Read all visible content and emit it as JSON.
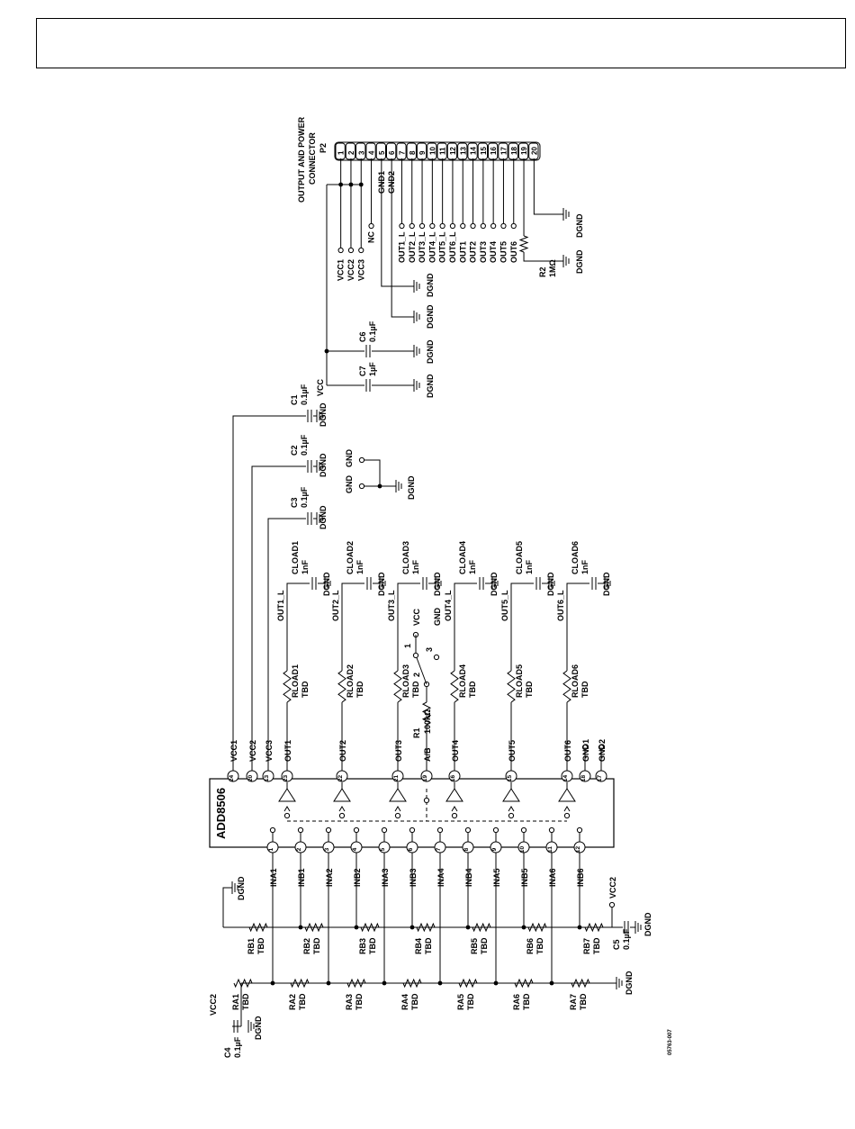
{
  "header": {
    "title": ""
  },
  "chip": {
    "name": "ADD8506"
  },
  "chip_top_pins": [
    {
      "num": "24",
      "label": "VCC1"
    },
    {
      "num": "20",
      "label": "VCC2"
    },
    {
      "num": "13",
      "label": "VCC3"
    },
    {
      "num": "23",
      "label": "OUT1"
    },
    {
      "num": "22",
      "label": "OUT2"
    },
    {
      "num": "21",
      "label": "OUT3"
    },
    {
      "num": "19",
      "label": "A/B"
    },
    {
      "num": "16",
      "label": "OUT4"
    },
    {
      "num": "15",
      "label": "OUT5"
    },
    {
      "num": "14",
      "label": "OUT6"
    },
    {
      "num": "18",
      "label": "GND1"
    },
    {
      "num": "17",
      "label": "GND2"
    }
  ],
  "chip_bottom_pins": [
    {
      "num": "1",
      "label": "INA1"
    },
    {
      "num": "2",
      "label": "INB1"
    },
    {
      "num": "3",
      "label": "INA2"
    },
    {
      "num": "4",
      "label": "INB2"
    },
    {
      "num": "5",
      "label": "INA3"
    },
    {
      "num": "6",
      "label": "INB3"
    },
    {
      "num": "7",
      "label": "INA4"
    },
    {
      "num": "8",
      "label": "INB4"
    },
    {
      "num": "9",
      "label": "INA5"
    },
    {
      "num": "10",
      "label": "INB5"
    },
    {
      "num": "11",
      "label": "INA6"
    },
    {
      "num": "12",
      "label": "INB6"
    }
  ],
  "rload": [
    {
      "name": "RLOAD1",
      "value": "TBD",
      "out_l": "OUT1_L",
      "cap": "CLOAD1",
      "cap_value": "1nF"
    },
    {
      "name": "RLOAD2",
      "value": "TBD",
      "out_l": "OUT2_L",
      "cap": "CLOAD2",
      "cap_value": "1nF"
    },
    {
      "name": "RLOAD3",
      "value": "TBD",
      "out_l": "OUT3_L",
      "cap": "CLOAD3",
      "cap_value": "1nF"
    },
    {
      "name": "RLOAD4",
      "value": "TBD",
      "out_l": "OUT4_L",
      "cap": "CLOAD4",
      "cap_value": "1nF"
    },
    {
      "name": "RLOAD5",
      "value": "TBD",
      "out_l": "OUT5_L",
      "cap": "CLOAD5",
      "cap_value": "1nF"
    },
    {
      "name": "RLOAD6",
      "value": "TBD",
      "out_l": "OUT6_L",
      "cap": "CLOAD6",
      "cap_value": "1nF"
    }
  ],
  "supply_caps": [
    {
      "name": "C1",
      "value": "0.1µF"
    },
    {
      "name": "C2",
      "value": "0.1µF"
    },
    {
      "name": "C3",
      "value": "0.1µF"
    }
  ],
  "ra": [
    {
      "name": "RA1",
      "value": "TBD"
    },
    {
      "name": "RA2",
      "value": "TBD"
    },
    {
      "name": "RA3",
      "value": "TBD"
    },
    {
      "name": "RA4",
      "value": "TBD"
    },
    {
      "name": "RA5",
      "value": "TBD"
    },
    {
      "name": "RA6",
      "value": "TBD"
    },
    {
      "name": "RA7",
      "value": "TBD"
    }
  ],
  "rb": [
    {
      "name": "RB1",
      "value": "TBD"
    },
    {
      "name": "RB2",
      "value": "TBD"
    },
    {
      "name": "RB3",
      "value": "TBD"
    },
    {
      "name": "RB4",
      "value": "TBD"
    },
    {
      "name": "RB5",
      "value": "TBD"
    },
    {
      "name": "RB6",
      "value": "TBD"
    },
    {
      "name": "RB7",
      "value": "TBD"
    }
  ],
  "misc": {
    "r1_name": "R1",
    "r1_value": "100kΩ",
    "sw1": "1",
    "sw2": "2",
    "sw3": "3",
    "sw_vcc": "VCC",
    "sw_gnd": "GND",
    "c4_name": "C4",
    "c4_value": "0.1µF",
    "c5_name": "C5",
    "c5_value": "0.1µF",
    "vcc2": "VCC2",
    "dgnd": "DGND",
    "gnd": "GND",
    "vcc": "VCC",
    "c6_name": "C6",
    "c6_value": "0.1µF",
    "c7_name": "C7",
    "c7_value": "1µF",
    "r2_name": "R2",
    "r2_value": "1MΩ",
    "figure_id": "05763-007"
  },
  "connector": {
    "title_line1": "OUTPUT AND POWER",
    "title_line2": "CONNECTOR",
    "ref": "P2",
    "pins": [
      "1",
      "2",
      "3",
      "4",
      "5",
      "6",
      "7",
      "8",
      "9",
      "10",
      "11",
      "12",
      "13",
      "14",
      "15",
      "16",
      "17",
      "18",
      "19",
      "20"
    ],
    "pin_labels": [
      "VCC1",
      "VCC2",
      "VCC3",
      "NC",
      "GND1",
      "GND2",
      "OUT1_L",
      "OUT2_L",
      "OUT3_L",
      "OUT4_L",
      "OUT5_L",
      "OUT6_L",
      "OUT1",
      "OUT2",
      "OUT3",
      "OUT4",
      "OUT5",
      "OUT6",
      "",
      ""
    ]
  }
}
